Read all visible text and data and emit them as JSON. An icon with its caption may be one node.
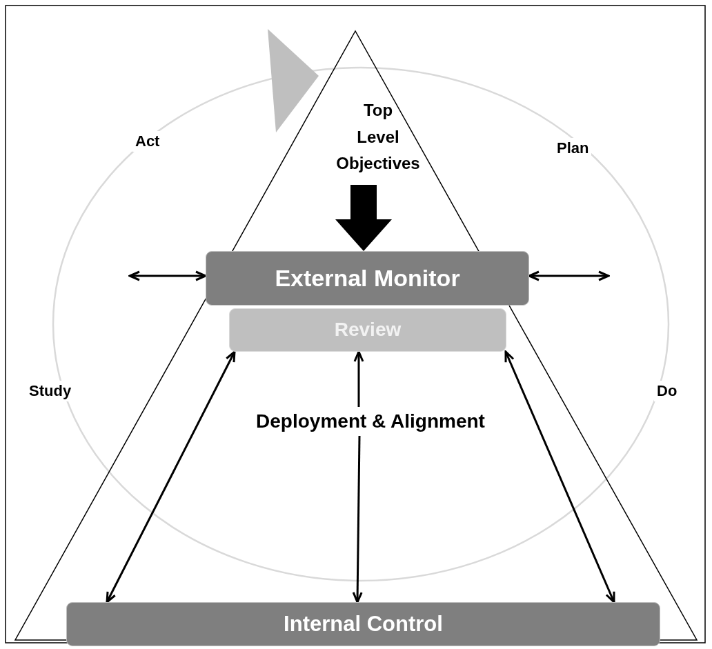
{
  "diagram": {
    "nodes": [
      {
        "text": [
          "Top Level Objectives"
        ]
      },
      {
        "text": [
          "External Monitor"
        ]
      },
      {
        "text": [
          "Review"
        ]
      },
      {
        "text": [
          "Deployment & Alignment"
        ]
      },
      {
        "text": [
          "Internal Control"
        ]
      }
    ],
    "edges": [
      {
        "from": 0,
        "to": 1,
        "arrow": "to",
        "style": "thick"
      },
      {
        "from": null,
        "to": 1,
        "arrow": "both"
      },
      {
        "from": 1,
        "to": null,
        "arrow": "both"
      },
      {
        "from": 2,
        "to": 4,
        "arrow": "both"
      },
      {
        "from": 3,
        "to": 2,
        "arrow": "to"
      },
      {
        "from": 3,
        "to": 4,
        "arrow": "to"
      },
      {
        "from": 2,
        "to": 4,
        "arrow": "both"
      }
    ],
    "labels": [
      "Act",
      "Plan",
      "Study",
      "Do"
    ]
  }
}
